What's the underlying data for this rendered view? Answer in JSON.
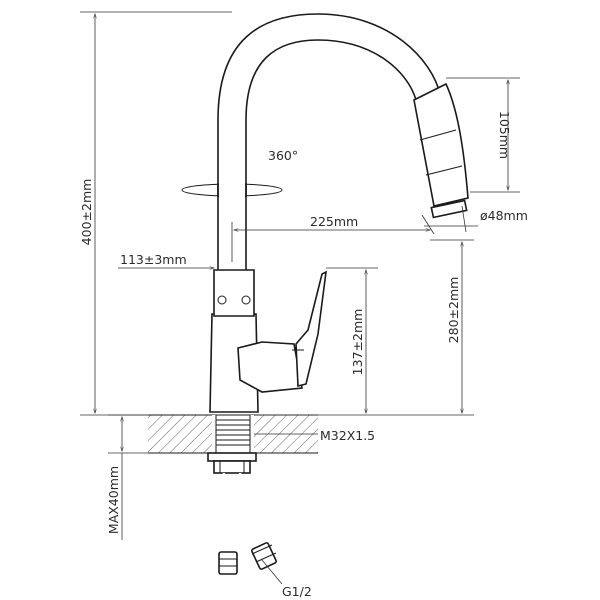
{
  "diagram": {
    "labels": {
      "height_total": "400±2mm",
      "rotation": "360°",
      "spout_reach": "225mm",
      "head_length": "105mm",
      "head_diameter": "ø48mm",
      "base_offset": "113±3mm",
      "body_height": "137±2mm",
      "spout_outlet_height": "280±2mm",
      "thread": "M32X1.5",
      "max_thickness": "MAX40mm",
      "hose_thread": "G1/2"
    }
  }
}
